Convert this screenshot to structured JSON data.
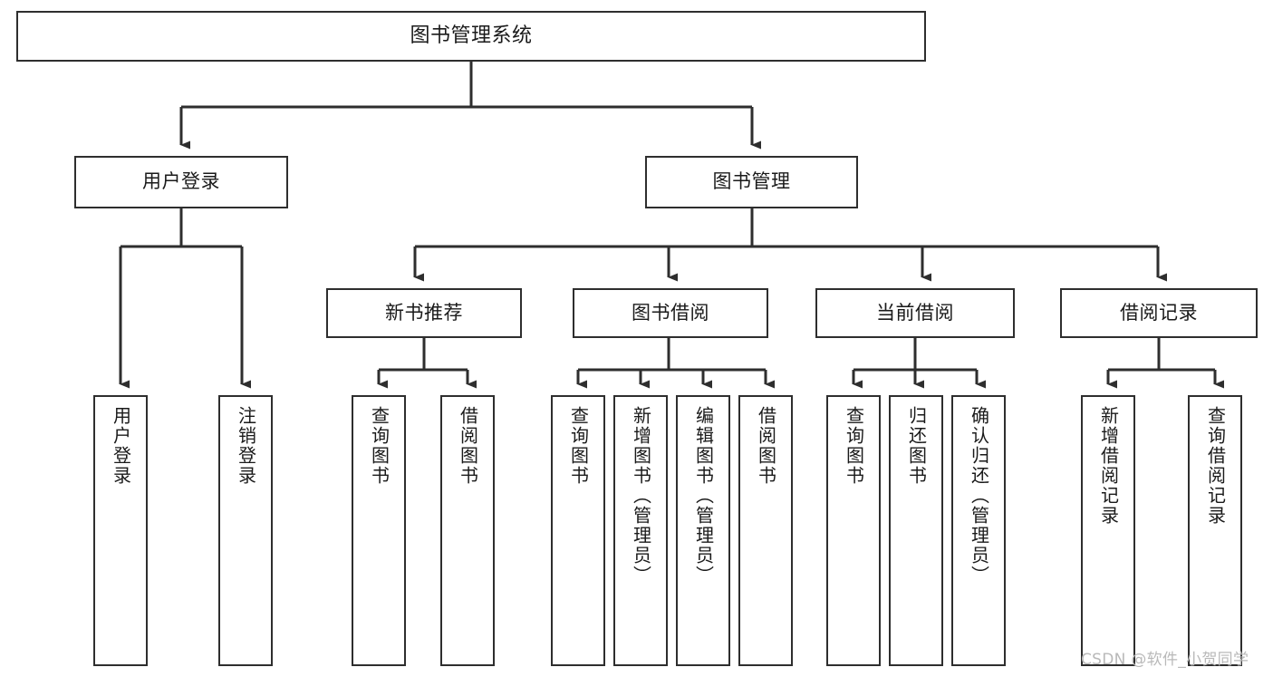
{
  "diagram": {
    "type": "tree-hierarchy-diagram",
    "title": "图书管理系统",
    "orientation": "top-down",
    "colors": {
      "box_border": "#2e2e2e",
      "box_fill": "#ffffff",
      "edge": "#2e2e2e",
      "text": "#1a1a1a",
      "watermark": "#b9b9b9",
      "background": "#ffffff"
    },
    "nodes": {
      "root": {
        "label": "图书管理系统"
      },
      "level2": [
        {
          "label": "用户登录"
        },
        {
          "label": "图书管理"
        }
      ],
      "level3": [
        {
          "label": "新书推荐"
        },
        {
          "label": "图书借阅"
        },
        {
          "label": "当前借阅"
        },
        {
          "label": "借阅记录"
        }
      ],
      "leaves_user_login": [
        {
          "label": "用户登录"
        },
        {
          "label": "注销登录"
        }
      ],
      "leaves_new_book": [
        {
          "label": "查询图书"
        },
        {
          "label": "借阅图书"
        }
      ],
      "leaves_borrow": [
        {
          "label": "查询图书"
        },
        {
          "label": "新增图书（管理员）"
        },
        {
          "label": "编辑图书（管理员）"
        },
        {
          "label": "借阅图书"
        }
      ],
      "leaves_current": [
        {
          "label": "查询图书"
        },
        {
          "label": "归还图书"
        },
        {
          "label": "确认归还（管理员）"
        }
      ],
      "leaves_record": [
        {
          "label": "新增借阅记录"
        },
        {
          "label": "查询借阅记录"
        }
      ]
    },
    "watermark": "CSDN @软件_小贺同学"
  }
}
